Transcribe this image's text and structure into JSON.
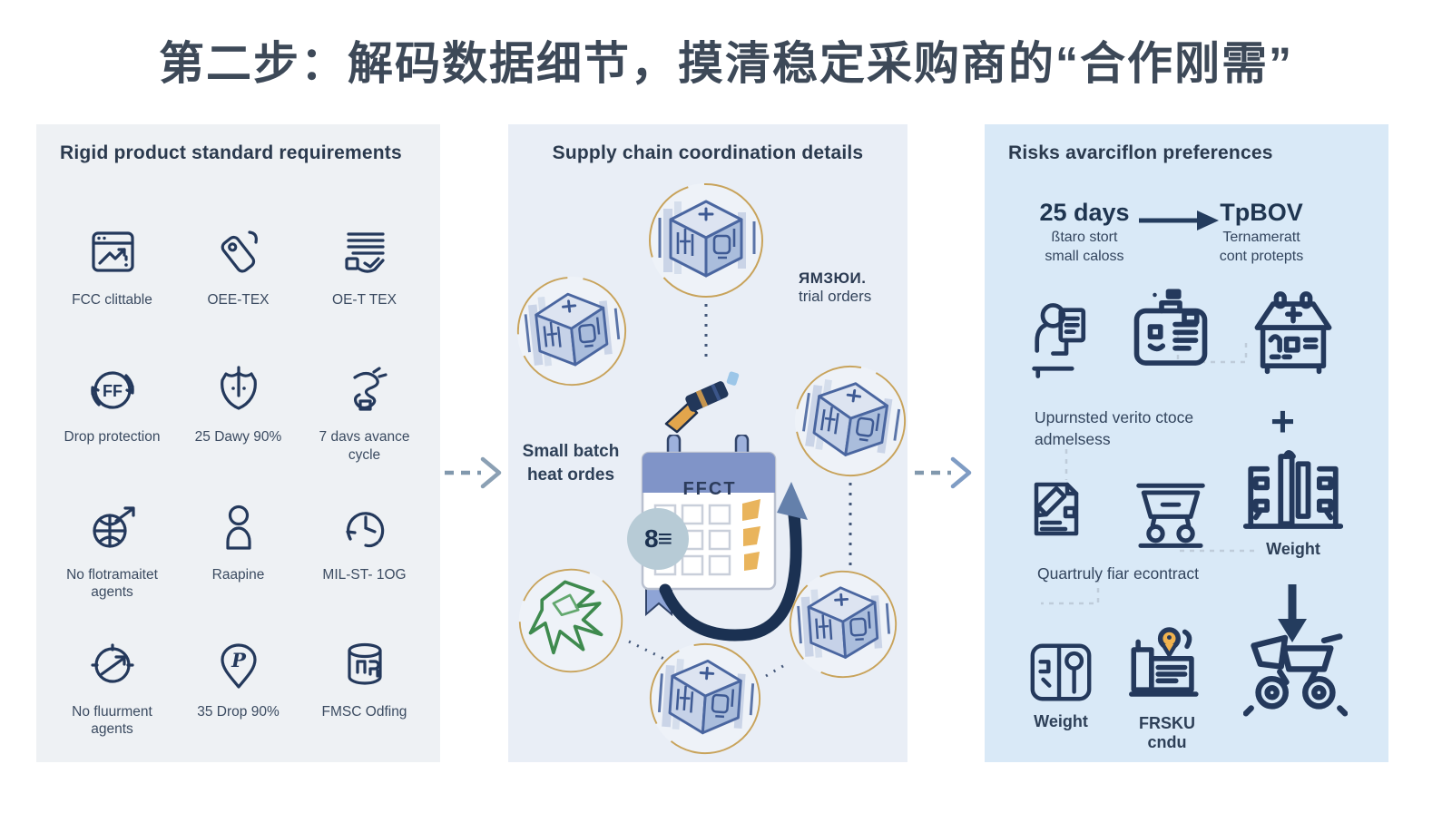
{
  "title": "第二步：解码数据细节，摸清稳定采购商的“合作刚需”",
  "left_panel": {
    "heading": "Rigid product standard requirements",
    "items": [
      "FCC clittable",
      "OEE-TEX",
      "OE-T TEX",
      "Drop protection",
      "25 Dawy 90%",
      "7 davs avance\ncycle",
      "No flotramaitet\nagents",
      "Raapine",
      "MIL-ST- 1OG",
      "No fluurment\nagents",
      "35 Drop 90%",
      "FMSC Odfing"
    ]
  },
  "middle_panel": {
    "heading": "Supply chain coordination details",
    "brand_text": "ЯМЗЮИ.",
    "trial_orders": "trial orders",
    "small_batch": "Small batch\nheat ordes",
    "calendar_label": "FFCT"
  },
  "right_panel": {
    "heading": "Risks avarciflon preferences",
    "lead_time_title": "25 days",
    "lead_time_sub": "ßtaro stort\nsmall caloss",
    "terms_title": "TpBOV",
    "terms_sub": "Ternameratt\ncont protepts",
    "caption_verified": "Upurnsted verito ctoce\nadmelsess",
    "plus": "+",
    "caption_contract": "Quartruly fiar econtract",
    "weight_machine_label": "Weight",
    "scale_label": "Weight",
    "sku_label": "FRSKU cndu"
  },
  "colors": {
    "title_color": "#3d4958",
    "icon_navy": "#24395c",
    "panel_left_bg": "#eef1f4",
    "panel_mid_bg": "#e9eef6",
    "panel_right_bg": "#d9e9f7",
    "gold_ring": "#c8a35b",
    "green_scribble": "#3e8a4e",
    "calendar_blue": "#8094c8",
    "highlight_yellow": "#e9b45c",
    "swoosh_navy": "#1b3152",
    "dashed_arrow_gray": "#8198ad"
  }
}
